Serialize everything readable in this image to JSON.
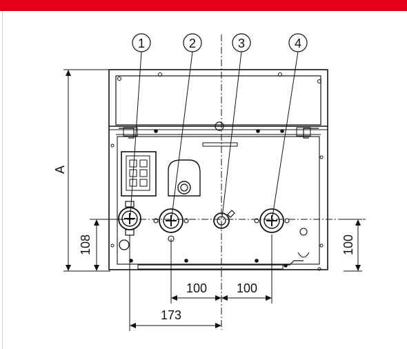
{
  "header_bar_color": "#e2001a",
  "callouts": [
    {
      "id": 1,
      "label": "1"
    },
    {
      "id": 2,
      "label": "2"
    },
    {
      "id": 3,
      "label": "3"
    },
    {
      "id": 4,
      "label": "4"
    }
  ],
  "dimensions": {
    "height_label": "A",
    "left_offset": "108",
    "right_offset": "100",
    "spacing_left": "100",
    "spacing_right": "100",
    "total_left": "173"
  }
}
